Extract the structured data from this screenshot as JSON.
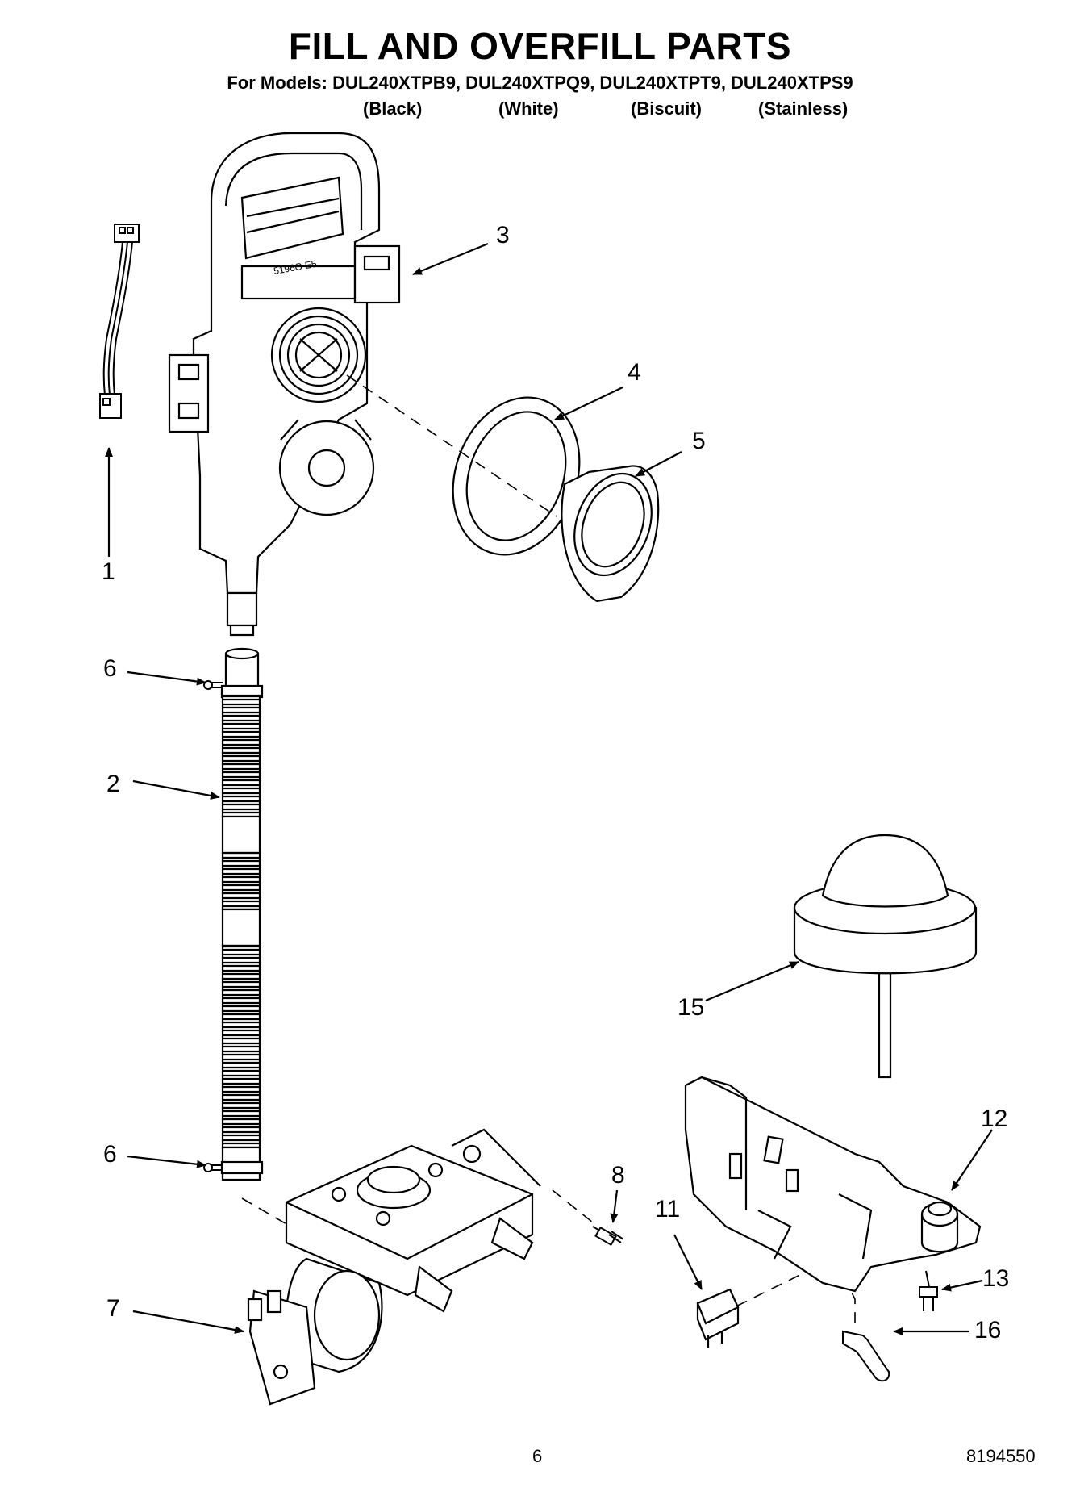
{
  "title": "FILL AND OVERFILL PARTS",
  "models_line": "For Models: DUL240XTPB9, DUL240XTPQ9, DUL240XTPT9, DUL240XTPS9",
  "variants": [
    "(Black)",
    "(White)",
    "(Biscuit)",
    "(Stainless)"
  ],
  "part_label": "5196O E5",
  "callouts": [
    "1",
    "2",
    "3",
    "4",
    "5",
    "6",
    "6",
    "7",
    "8",
    "11",
    "12",
    "13",
    "15",
    "16"
  ],
  "page_number": "6",
  "doc_number": "8194550"
}
